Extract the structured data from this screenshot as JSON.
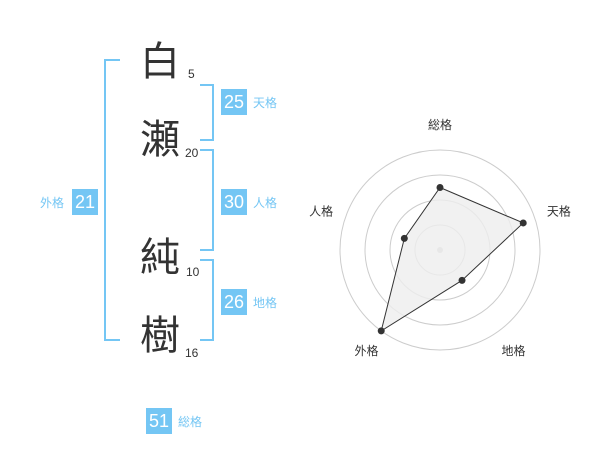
{
  "name": {
    "chars": [
      {
        "char": "白",
        "strokes": "5"
      },
      {
        "char": "瀬",
        "strokes": "20"
      },
      {
        "char": "純",
        "strokes": "10"
      },
      {
        "char": "樹",
        "strokes": "16"
      }
    ]
  },
  "fortune": {
    "tenkaku": {
      "value": "25",
      "label": "天格"
    },
    "jinkaku": {
      "value": "30",
      "label": "人格"
    },
    "chikaku": {
      "value": "26",
      "label": "地格"
    },
    "gaikaku": {
      "value": "21",
      "label": "外格"
    },
    "soukaku": {
      "value": "51",
      "label": "総格"
    }
  },
  "colors": {
    "accent": "#74c6f4",
    "text": "#333333",
    "ring": "#cccccc",
    "fill": "#eeeeee"
  },
  "chart_data": {
    "type": "radar",
    "axes": [
      "総格",
      "天格",
      "地格",
      "外格",
      "人格"
    ],
    "levels": 4,
    "range": [
      0,
      4
    ],
    "values": [
      2.5,
      3.5,
      1.5,
      4,
      1.5
    ]
  }
}
